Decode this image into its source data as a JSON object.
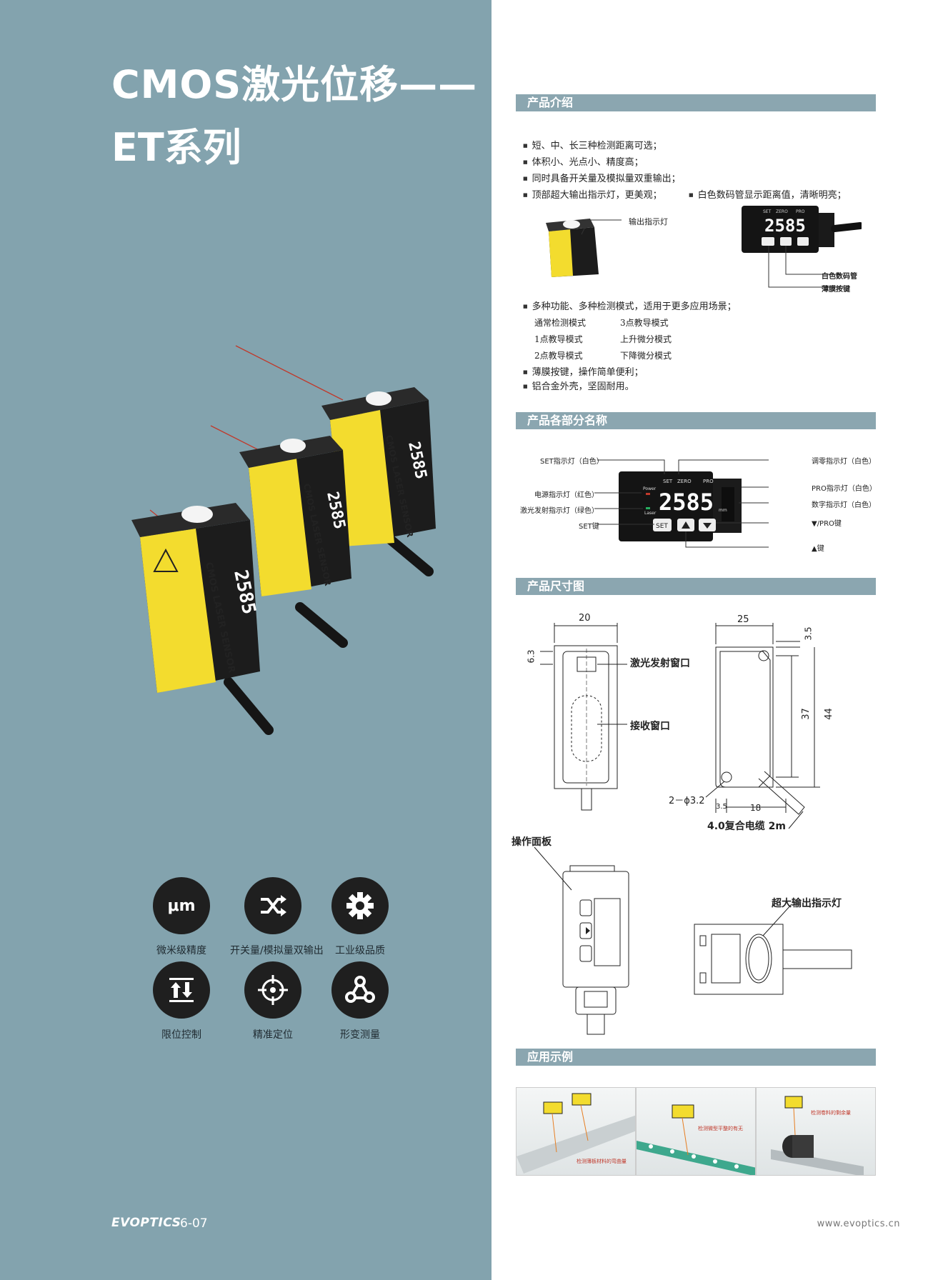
{
  "left": {
    "title_line1": "CMOS激光位移——",
    "title_line2": "ET系列",
    "features": [
      {
        "icon": "um-icon",
        "glyph": "μm",
        "label": "微米级精度"
      },
      {
        "icon": "shuffle-icon",
        "glyph": "",
        "label": "开关量/模拟量双输出"
      },
      {
        "icon": "gear-icon",
        "glyph": "",
        "label": "工业级品质"
      },
      {
        "icon": "up-down-arrows-icon",
        "glyph": "",
        "label": "限位控制"
      },
      {
        "icon": "crosshair-icon",
        "glyph": "",
        "label": "精准定位"
      },
      {
        "icon": "network-icon",
        "glyph": "",
        "label": "形变测量"
      }
    ],
    "sensor_label": "CMOS LASER SENSOR",
    "sensor_display": "2585",
    "brand": "EVOPTICS",
    "page_number": "6-07"
  },
  "right": {
    "intro": {
      "title": "产品介绍",
      "bullets": [
        "短、中、长三种检测距离可选；",
        "体积小、光点小、精度高；",
        "同时具备开关量及模拟量双重输出；",
        "顶部超大输出指示灯，更美观；"
      ],
      "bullet_right": "白色数码管显示距离值，清晰明亮；",
      "callout_output": "输出指示灯",
      "callout_digits": "白色数码管",
      "callout_keys": "薄膜按键",
      "bullet_multi": "多种功能、多种检测模式，适用于更多应用场景；",
      "modes": [
        "通常检测模式",
        "3点教导模式",
        "1点教导模式",
        "上升微分模式",
        "2点教导模式",
        "下降微分模式"
      ],
      "bullet_keys": "薄膜按键，操作简单便利；",
      "bullet_shell": "铝合金外壳，坚固耐用。"
    },
    "parts": {
      "title": "产品各部分名称",
      "labels_left": [
        "SET指示灯（白色）",
        "电源指示灯（红色）",
        "激光发射指示灯（绿色）",
        "SET键"
      ],
      "labels_right": [
        "调零指示灯（白色）",
        "PRO指示灯（白色）",
        "数字指示灯（白色）",
        "▼/PRO键",
        "▲键"
      ],
      "panel": {
        "set": "SET",
        "zero": "ZERO",
        "pro": "PRO",
        "power": "Power",
        "laser": "Laser",
        "display": "2585",
        "unit": "mm"
      }
    },
    "dimensions": {
      "title": "产品尺寸图",
      "width_front": "20",
      "dim_6_3": "6.3",
      "label_emit": "激光发射窗口",
      "label_receive": "接收窗口",
      "width_side": "25",
      "dim_3_5_top": "3.5",
      "dim_37": "37",
      "dim_44": "44",
      "hole": "2－ϕ3.2",
      "dim_3_5_bottom": "3.5",
      "dim_18": "18",
      "cable": "4.0复合电缆 2m",
      "panel_label": "操作面板",
      "output_indicator": "超大输出指示灯"
    },
    "applications": {
      "title": "应用示例",
      "captions": [
        "检测薄板材料的弯曲量",
        "检测微型平整的有无",
        "检测卷料的剩余量"
      ]
    },
    "url": "www.evoptics.cn"
  },
  "colors": {
    "left_bg": "#83a3ae",
    "header_bg": "#8ba6b0",
    "sensor_yellow": "#f3dc2e",
    "icon_circle": "#1f1f1f"
  }
}
